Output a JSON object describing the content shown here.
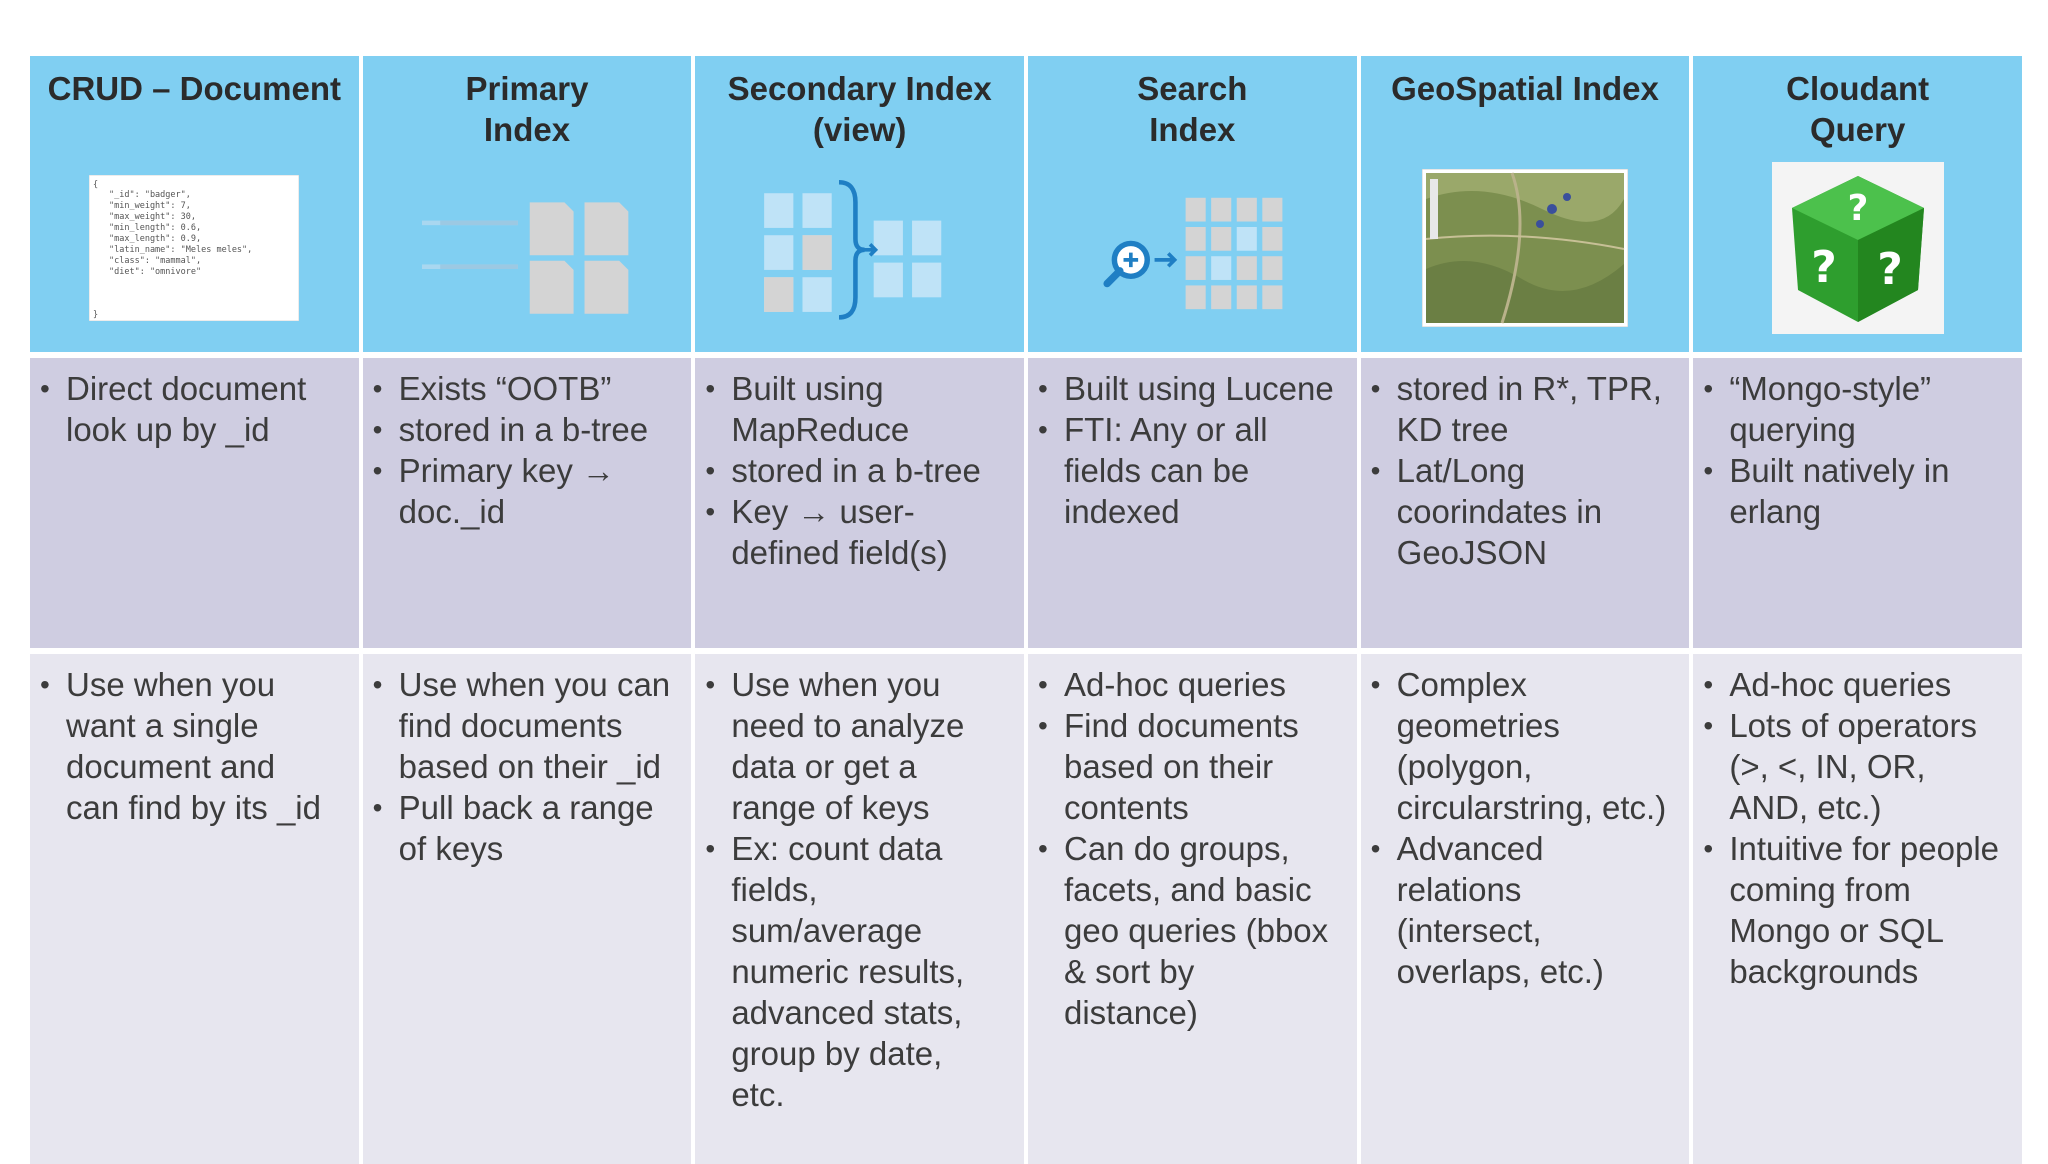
{
  "columns": [
    {
      "title": "CRUD – Document",
      "row1": [
        "Direct document\nlook up by _id"
      ],
      "row2": [
        "Use when you\nwant a single\ndocument  and\ncan find by its  _id"
      ]
    },
    {
      "title": "Primary\nIndex",
      "row1": [
        "Exists “OOTB”",
        "stored in a b-tree",
        "Primary key →\ndoc._id"
      ],
      "row2": [
        "Use when you can\nfind documents\nbased on their _id",
        "Pull back a range\nof keys"
      ]
    },
    {
      "title": "Secondary Index\n(view)",
      "row1": [
        "Built using\nMapReduce",
        "stored in a b-tree",
        "Key →  user-\ndefined field(s)"
      ],
      "row2": [
        "Use when you\nneed to analyze\ndata or get a\nrange of keys",
        "Ex: count data\nfields,\nsum/average\nnumeric results,\nadvanced stats,\ngroup by date,\netc."
      ]
    },
    {
      "title": "Search\nIndex",
      "row1": [
        "Built using Lucene",
        "FTI: Any or all\nfields can be\nindexed"
      ],
      "row2": [
        "Ad-hoc queries",
        "Find documents\nbased on their\ncontents",
        "Can do groups,\nfacets, and basic\ngeo queries (bbox\n& sort by\ndistance)"
      ]
    },
    {
      "title": "GeoSpatial Index",
      "row1": [
        "stored in R*, TPR,\nKD tree",
        "Lat/Long\ncoorindates in\nGeoJSON"
      ],
      "row2": [
        "Complex\ngeometries\n(polygon,\ncircularstring, etc.)",
        "Advanced\nrelations\n(intersect,\noverlaps, etc.)"
      ]
    },
    {
      "title": "Cloudant\nQuery",
      "row1": [
        "“Mongo-style”\nquerying",
        "Built natively in\nerlang"
      ],
      "row2": [
        "Ad-hoc queries",
        "Lots of operators\n(>, <, IN, OR,\nAND, etc.)",
        "Intuitive for people\ncoming from\nMongo or SQL\nbackgrounds"
      ]
    }
  ],
  "icons": [
    "json-document-icon",
    "primary-index-icon",
    "secondary-index-icon",
    "search-index-icon",
    "map-icon",
    "question-dice-icon"
  ],
  "colors": {
    "header": "#80cff2",
    "row1": "#cfcde1",
    "row2": "#e7e6ef",
    "text": "#3c3c3c"
  }
}
